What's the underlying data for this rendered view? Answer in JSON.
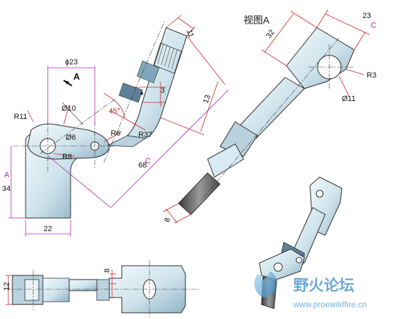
{
  "view_title": "视图A",
  "arrow_label": "A",
  "dims": {
    "d11_top": "11",
    "d3": "3",
    "d13": "13",
    "d23_top": "23",
    "phi23": "ϕ23",
    "phi10": "Ø10",
    "phi6": "Ø6",
    "r11": "R11",
    "r6": "R6",
    "r37": "R37",
    "r8": "R8",
    "ang45": "45°",
    "d68": "68",
    "c_label": "C",
    "a_label": "A",
    "d34": "34",
    "d22": "22",
    "d32": "32",
    "d23_right": "23",
    "c_right": "C",
    "r3": "R3",
    "phi11": "Ø11",
    "d8_mid": "8",
    "d12": "12",
    "d8_bottom": "8"
  },
  "watermark": {
    "brand": "野火论坛",
    "url": "www.proewildfire.cn"
  },
  "colors": {
    "outline": "#2a2a2a",
    "part_fill": "#cfe3ec",
    "part_shade": "#7fa7bb",
    "dim_red": "#cc2222",
    "dim_magenta": "#b020b0",
    "center_line": "#333333"
  }
}
